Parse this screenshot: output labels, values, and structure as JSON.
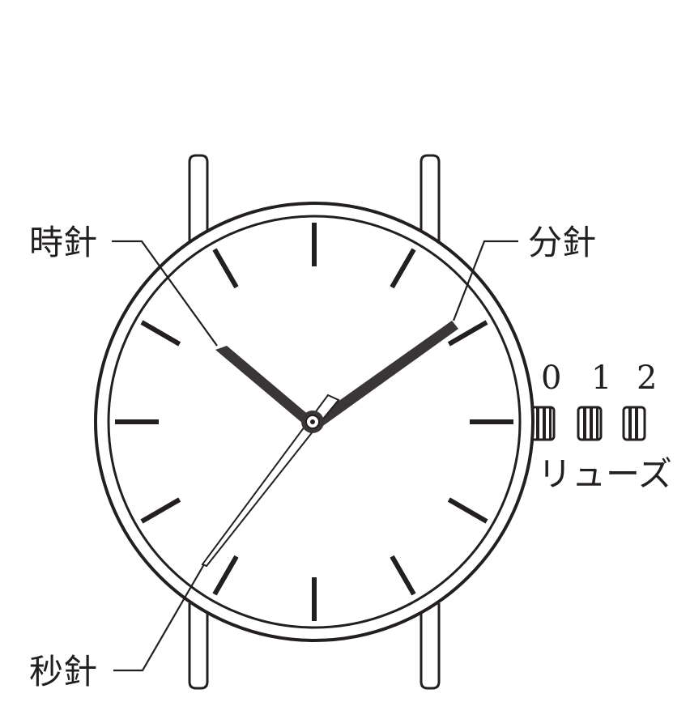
{
  "labels": {
    "hour_hand": "時針",
    "minute_hand": "分針",
    "second_hand": "秒針",
    "crown": "リューズ"
  },
  "crown_positions": [
    "0",
    "1",
    "2"
  ],
  "colors": {
    "outline": "#231f20",
    "hand": "#3a3536",
    "background": "#ffffff"
  }
}
